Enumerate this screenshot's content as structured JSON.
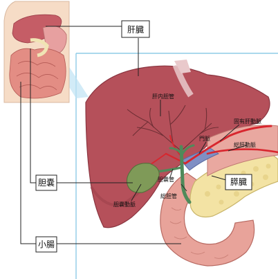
{
  "labels": {
    "liver": "肝臓",
    "gallbladder": "胆嚢",
    "small_intestine": "小腸",
    "pancreas": "膵臓",
    "intrahepatic_bile_duct": "肝内胆管",
    "portal_vein": "門脈",
    "proper_hepatic_artery": "固有肝動脈",
    "common_hepatic_artery": "総肝動脈",
    "cystic_duct": "胆嚢管",
    "cystic_artery": "胆嚢動脈",
    "common_bile_duct": "総胆管"
  },
  "colors": {
    "liver": "#b5505a",
    "liver_shade": "#9a3d48",
    "gallbladder": "#7f9a58",
    "bile_duct": "#4f8a5a",
    "artery": "#d8262e",
    "portal_vein": "#7f8fc4",
    "pancreas": "#f3e3a4",
    "duodenum": "#e8a39a",
    "guide_line": "#7fc1e0"
  }
}
